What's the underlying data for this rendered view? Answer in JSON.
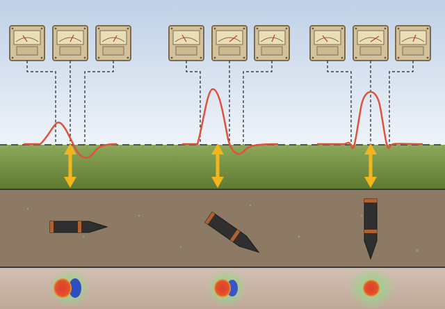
{
  "title": "",
  "colors": {
    "sky_top": "#bfd0e6",
    "sky_bottom": "#e6eef7",
    "grass": "#6f8a3a",
    "soil": "#8c7a64",
    "bottom_band": "#c9b5a5",
    "signal": "#e0513b",
    "arrow": "#f2b51b",
    "meter_face": "#d2c19a",
    "meter_border": "#7a6a4f",
    "shell_body": "#2f2f2f",
    "shell_band": "#b0612f"
  },
  "diagram": {
    "groups": [
      {
        "id": "shallow-horizontal",
        "meters": 3,
        "signal_strength": 0.35,
        "signal_type": "weak",
        "object_orientation": "horizontal",
        "depth": "shallow",
        "anomaly_symmetry": "asymmetric"
      },
      {
        "id": "inclined",
        "meters": 3,
        "signal_strength": 0.85,
        "signal_type": "strong",
        "object_orientation": "inclined",
        "depth": "shallow",
        "anomaly_symmetry": "asymmetric"
      },
      {
        "id": "vertical",
        "meters": 3,
        "signal_strength": 0.95,
        "signal_type": "strong-symmetric",
        "object_orientation": "vertical",
        "depth": "shallow",
        "anomaly_symmetry": "symmetric"
      }
    ]
  }
}
